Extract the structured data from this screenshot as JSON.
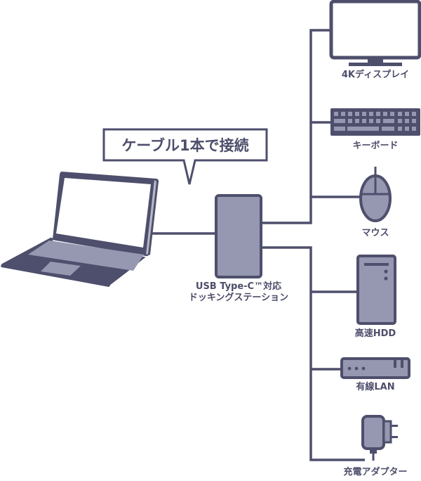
{
  "colors": {
    "dark": "#4e4f6c",
    "fill": "#9698b2",
    "white": "#ffffff",
    "text": "#4d4e6b"
  },
  "callout": {
    "text": "ケーブル1本で接続"
  },
  "hub": {
    "label_line1": "USB Type-C™対応",
    "label_line2": "ドッキングステーション"
  },
  "laptop": {
    "name": "laptop"
  },
  "devices": [
    {
      "id": "display",
      "label": "4Kディスプレイ",
      "icon": "monitor-icon"
    },
    {
      "id": "keyboard",
      "label": "キーボード",
      "icon": "keyboard-icon"
    },
    {
      "id": "mouse",
      "label": "マウス",
      "icon": "mouse-icon"
    },
    {
      "id": "hdd",
      "label": "高速HDD",
      "icon": "hdd-tower-icon"
    },
    {
      "id": "lan",
      "label": "有線LAN",
      "icon": "router-icon"
    },
    {
      "id": "adapter",
      "label": "充電アダプター",
      "icon": "power-adapter-icon"
    }
  ]
}
